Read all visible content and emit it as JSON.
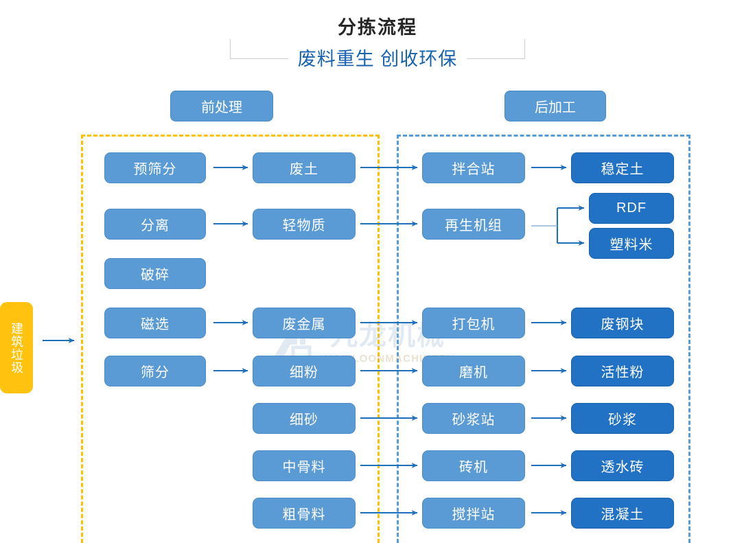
{
  "header": {
    "title": "分拣流程",
    "subtitle": "废料重生 创收环保"
  },
  "sections": {
    "pre_label": "前处理",
    "post_label": "后加工"
  },
  "input": {
    "label": "建筑垃圾"
  },
  "colors": {
    "node_mid": "#5B9BD5",
    "node_dark": "#2171C4",
    "panel_pre_border": "#FFC000",
    "panel_post_border": "#5B9BD5",
    "input_bg": "#FFC20E",
    "arrow": "#1F6FBF",
    "title_text": "#262626",
    "subtitle_text": "#1862AE"
  },
  "nodes": {
    "processes": [
      {
        "id": "pre-screen",
        "label": "预筛分"
      },
      {
        "id": "separate",
        "label": "分离"
      },
      {
        "id": "crush",
        "label": "破碎"
      },
      {
        "id": "magnetic",
        "label": "磁选"
      },
      {
        "id": "screening",
        "label": "筛分"
      }
    ],
    "materials": [
      {
        "id": "waste-soil",
        "label": "废土"
      },
      {
        "id": "light-material",
        "label": "轻物质"
      },
      {
        "id": "scrap-metal",
        "label": "废金属"
      },
      {
        "id": "fine-powder",
        "label": "细粉"
      },
      {
        "id": "fine-sand",
        "label": "细砂"
      },
      {
        "id": "medium-aggregate",
        "label": "中骨料"
      },
      {
        "id": "coarse-aggregate",
        "label": "粗骨料"
      }
    ],
    "equipment": [
      {
        "id": "mixing-station",
        "label": "拌合站"
      },
      {
        "id": "regeneration-unit",
        "label": "再生机组"
      },
      {
        "id": "baler",
        "label": "打包机"
      },
      {
        "id": "mill",
        "label": "磨机"
      },
      {
        "id": "mortar-station",
        "label": "砂浆站"
      },
      {
        "id": "brick-machine",
        "label": "砖机"
      },
      {
        "id": "stirring-station",
        "label": "搅拌站"
      }
    ],
    "products": [
      {
        "id": "stabilized-soil",
        "label": "稳定土"
      },
      {
        "id": "rdf",
        "label": "RDF"
      },
      {
        "id": "plastic-pellets",
        "label": "塑料米"
      },
      {
        "id": "scrap-steel-block",
        "label": "废钢块"
      },
      {
        "id": "active-powder",
        "label": "活性粉"
      },
      {
        "id": "mortar",
        "label": "砂浆"
      },
      {
        "id": "permeable-brick",
        "label": "透水砖"
      },
      {
        "id": "concrete",
        "label": "混凝土"
      }
    ]
  },
  "watermark": {
    "text": "九龙机械",
    "subtext": "KOWLOONMACHINERY"
  }
}
